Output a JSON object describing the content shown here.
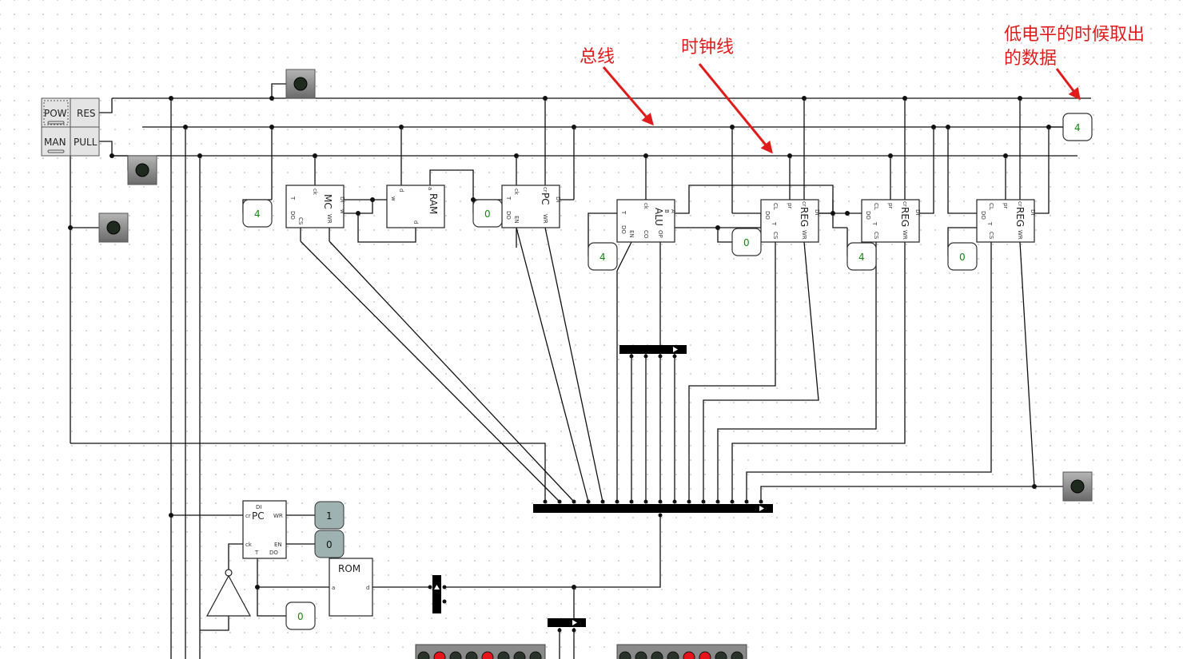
{
  "annotations": {
    "bus_line": "总线",
    "clock_line": "时钟线",
    "low_level_line1": "低电平的时候取出",
    "low_level_line2": "的数据"
  },
  "power_panel": {
    "pow": "POW",
    "res": "RES",
    "man": "MAN",
    "pull": "PULL"
  },
  "components": {
    "mc": {
      "title": "MC",
      "pins": {
        "ck": "ck",
        "di": "DI",
        "w": "w",
        "t": "T",
        "do": "DO",
        "cs": "CS",
        "wr": "WR"
      }
    },
    "ram": {
      "title": "RAM",
      "pins": {
        "d": "d",
        "a": "a",
        "w": "w",
        "d2": "d"
      }
    },
    "pc_top": {
      "title": "PC",
      "pins": {
        "ck": "ck",
        "cr": "cr",
        "di": "DI",
        "t": "T",
        "do": "DO",
        "en": "EN",
        "wr": "WR"
      }
    },
    "alu": {
      "title": "ALU",
      "pins": {
        "ck": "ck",
        "a": "A",
        "b": "B",
        "t": "T",
        "do": "DO",
        "en": "EN",
        "co": "CO",
        "op": "OP"
      }
    },
    "reg1": {
      "title": "REG",
      "pins": {
        "cl": "CL",
        "pr": "pr",
        "cr": "cr",
        "di": "DI",
        "do": "DO",
        "t": "T",
        "cs": "CS",
        "wr": "WR"
      }
    },
    "reg2": {
      "title": "REG",
      "pins": {
        "cl": "CL",
        "pr": "pr",
        "cr": "cr",
        "di": "DI",
        "do": "DO",
        "t": "T",
        "cs": "CS",
        "wr": "WR"
      }
    },
    "reg3": {
      "title": "REG",
      "pins": {
        "cl": "CL",
        "pr": "pr",
        "cr": "cr",
        "di": "DI",
        "do": "DO",
        "t": "T",
        "cs": "CS",
        "wr": "WR"
      }
    },
    "pc_bottom": {
      "title": "PC",
      "pins": {
        "di": "DI",
        "cr": "cr",
        "wr": "WR",
        "ck": "ck",
        "en": "EN",
        "t": "T",
        "do": "DO"
      }
    },
    "rom": {
      "title": "ROM",
      "pins": {
        "a": "a",
        "d": "d"
      }
    }
  },
  "probes": {
    "p_mc": "4",
    "p_pc": "0",
    "p_alu_left": "4",
    "p_alu_right": "0",
    "p_reg2": "4",
    "p_reg3": "0",
    "p_bus": "4",
    "p_rom": "0",
    "pin_out_1": "1",
    "pin_out_0": "0"
  },
  "colors": {
    "annotation": "#e01b1b",
    "probe_value": "#118811",
    "led_on": "#e8141c",
    "led_off": "#2a332a"
  },
  "led_bars": {
    "left": [
      false,
      true,
      false,
      false,
      true,
      false,
      false,
      false
    ],
    "right": [
      false,
      false,
      false,
      false,
      true,
      true,
      false,
      false
    ]
  }
}
